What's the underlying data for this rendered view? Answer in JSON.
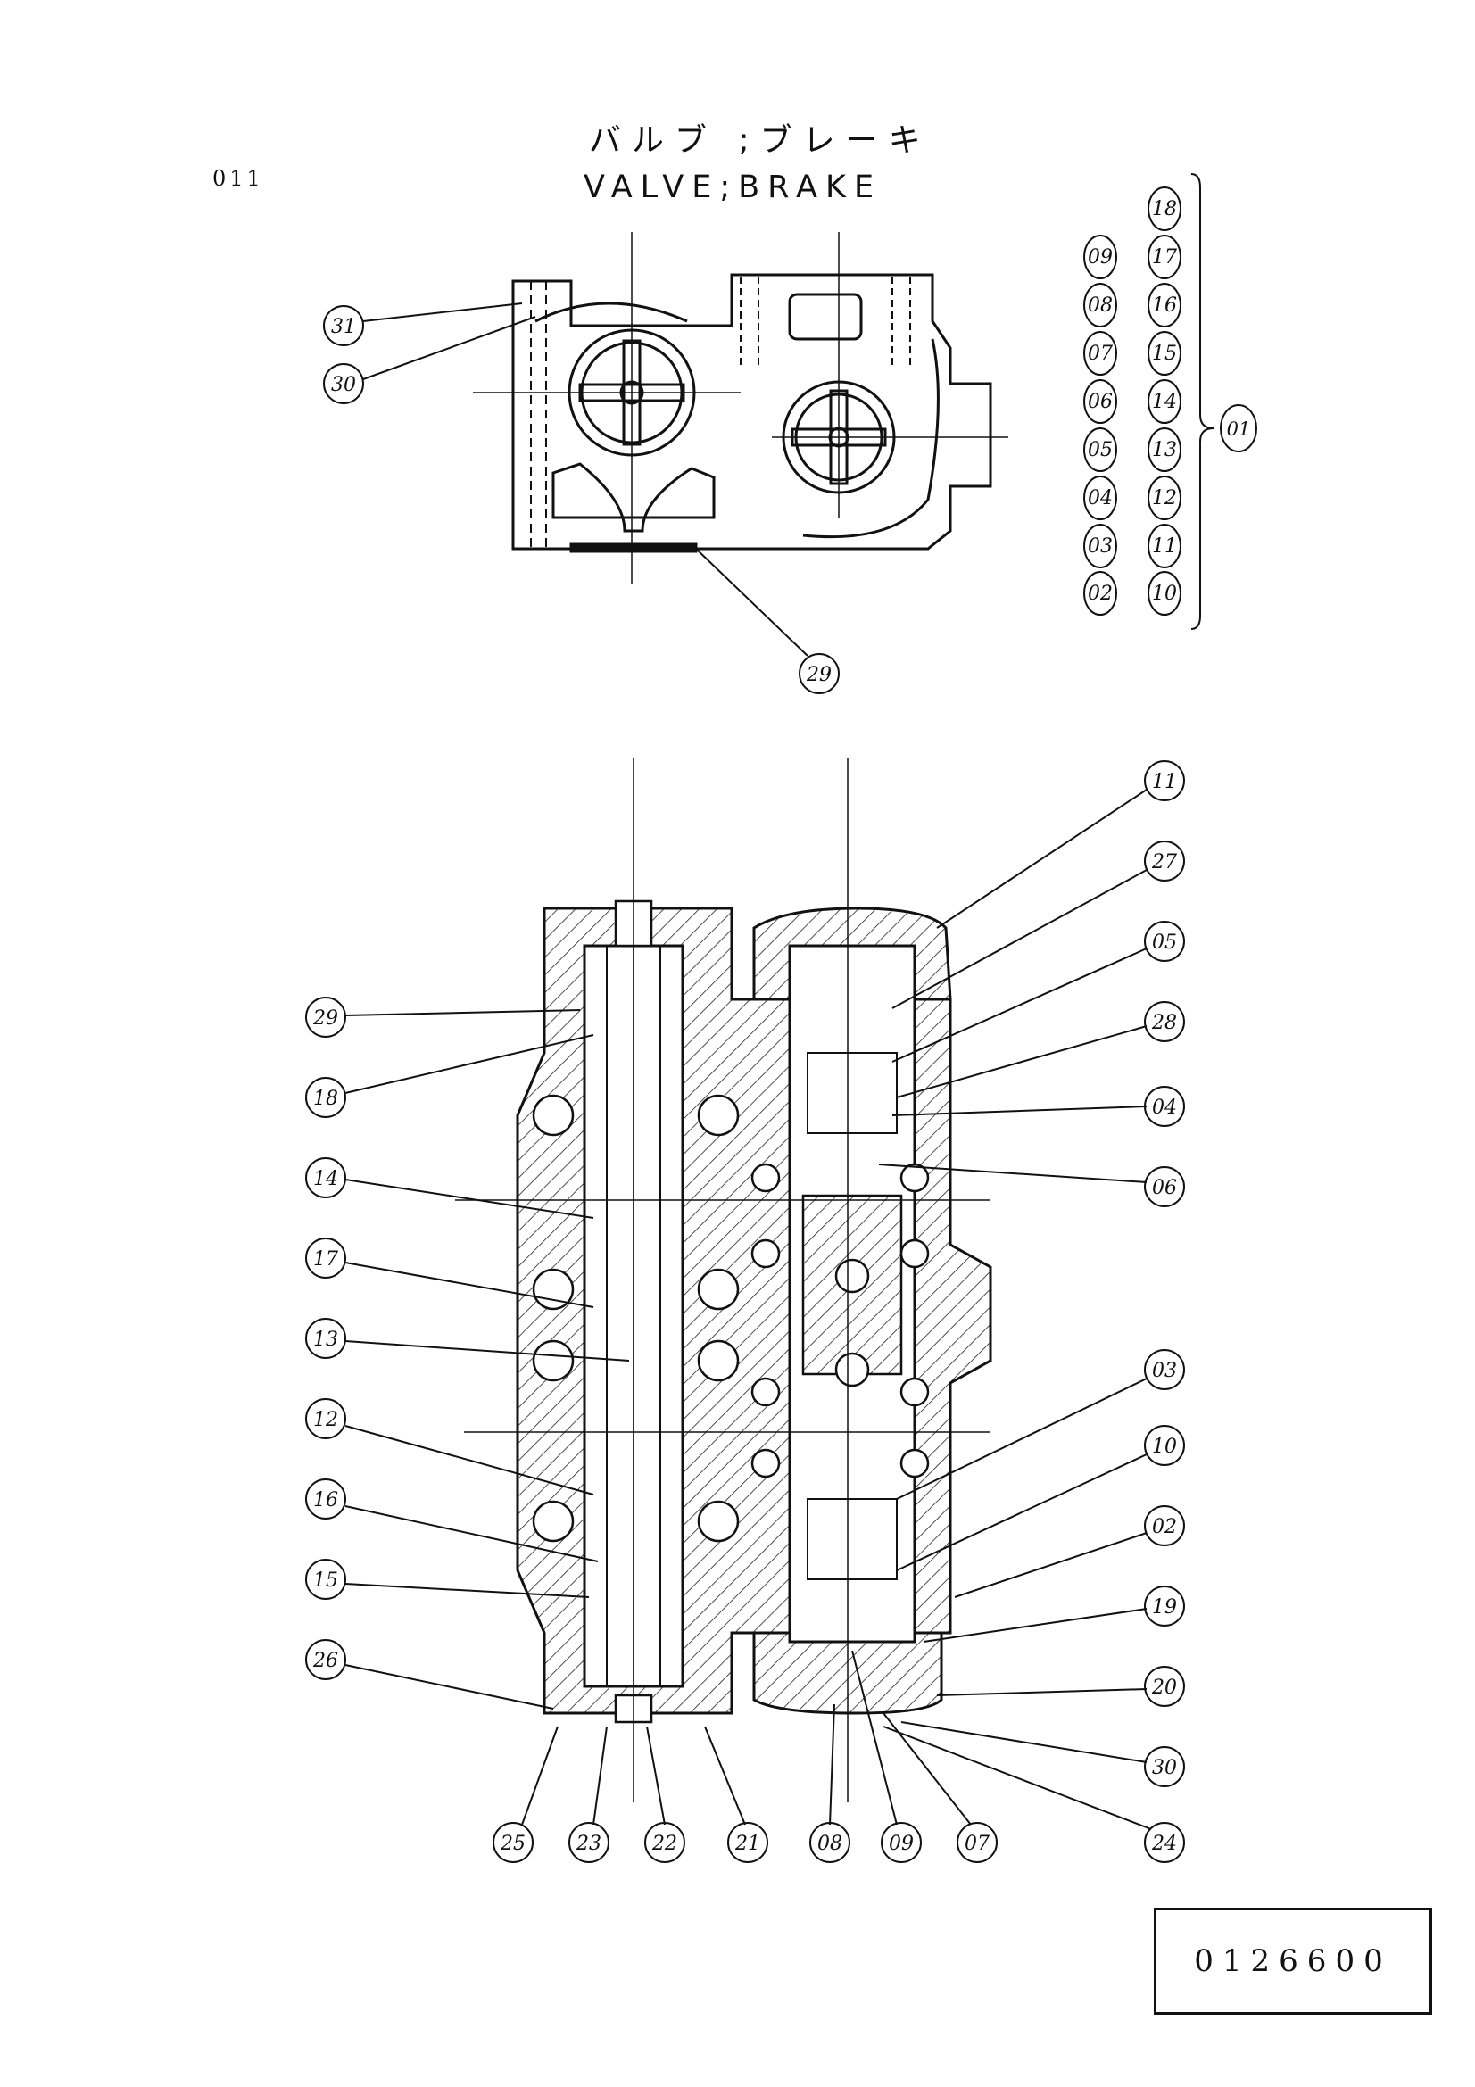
{
  "header": {
    "page_code": "011",
    "title_jp": "バルブ ;ブレーキ",
    "title_en": "VALVE;BRAKE"
  },
  "footer": {
    "document_number": "0126600"
  },
  "parts_list": {
    "assembly_label": "01",
    "row_a": [
      "02",
      "03",
      "04",
      "05",
      "06",
      "07",
      "08",
      "09"
    ],
    "row_b": [
      "10",
      "11",
      "12",
      "13",
      "14",
      "15",
      "16",
      "17",
      "18"
    ]
  },
  "top_view_callouts": [
    "31",
    "30",
    "29"
  ],
  "section_left_callouts": [
    "29",
    "18",
    "14",
    "17",
    "13",
    "12",
    "16",
    "15",
    "26"
  ],
  "section_right_callouts": [
    "11",
    "27",
    "05",
    "28",
    "04",
    "06",
    "03",
    "10",
    "02",
    "19",
    "20",
    "30",
    "24"
  ],
  "section_bottom_callouts": [
    "25",
    "23",
    "22",
    "21",
    "08",
    "09",
    "07"
  ]
}
